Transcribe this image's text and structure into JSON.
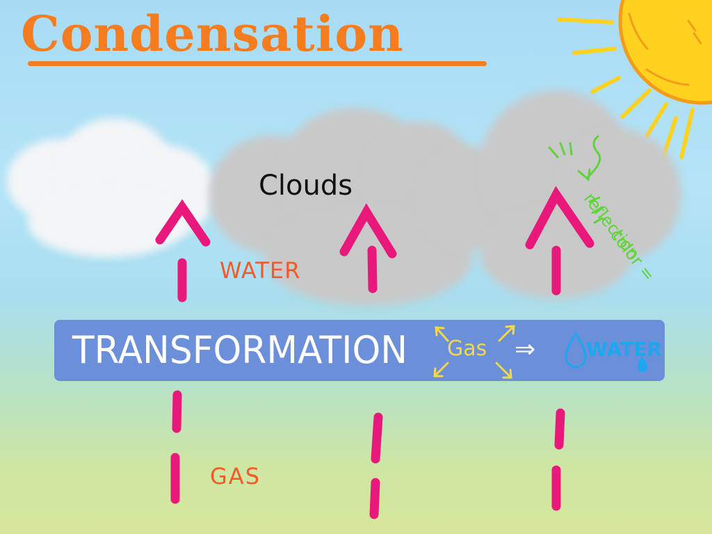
{
  "title": "Condensation",
  "labels": {
    "clouds": "Clouds",
    "water": "WATER",
    "gas": "GAS",
    "reflection": "reflection",
    "color": "color ="
  },
  "banner": {
    "word": "TRANSFORMATION",
    "gas": "Gas",
    "arrow": "⇒",
    "water": "WATER"
  },
  "colors": {
    "title": "#f57c1f",
    "arrow": "#e8197a",
    "banner": "#6b8fd8",
    "sun": "#ffd21f",
    "note_green": "#5fd43a"
  }
}
